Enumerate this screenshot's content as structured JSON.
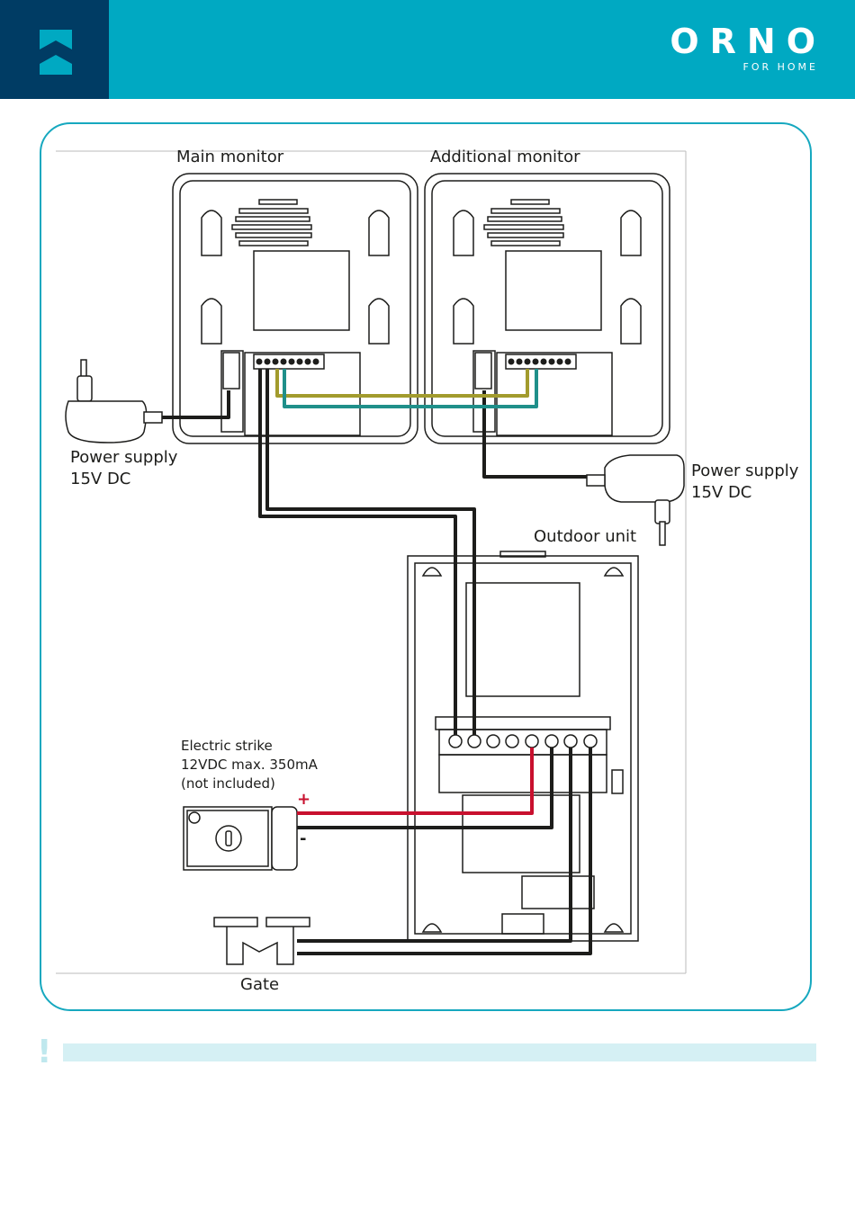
{
  "header": {
    "brand_name": "ORNO",
    "brand_tagline": "FOR HOME",
    "home_icon": "home-chevron-icon",
    "colors": {
      "bar": "#00a9c2",
      "square": "#003c64"
    }
  },
  "diagram": {
    "main_monitor": "Main monitor",
    "additional_monitor": "Additional monitor",
    "power_supply_left": [
      "Power supply",
      "15V DC"
    ],
    "power_supply_right": [
      "Power supply",
      "15V DC"
    ],
    "outdoor_unit": "Outdoor unit",
    "electric_strike": [
      "Electric strike",
      "12VDC max. 350mA",
      "(not included)"
    ],
    "strike_plus": "+",
    "strike_minus": "-",
    "gate": "Gate",
    "wire_colors": {
      "black": "#1d1d1b",
      "red": "#c8102e",
      "olive": "#a29b2d",
      "teal": "#1f8f8a"
    }
  },
  "notice": {
    "icon": "exclamation-icon",
    "symbol": "!"
  }
}
